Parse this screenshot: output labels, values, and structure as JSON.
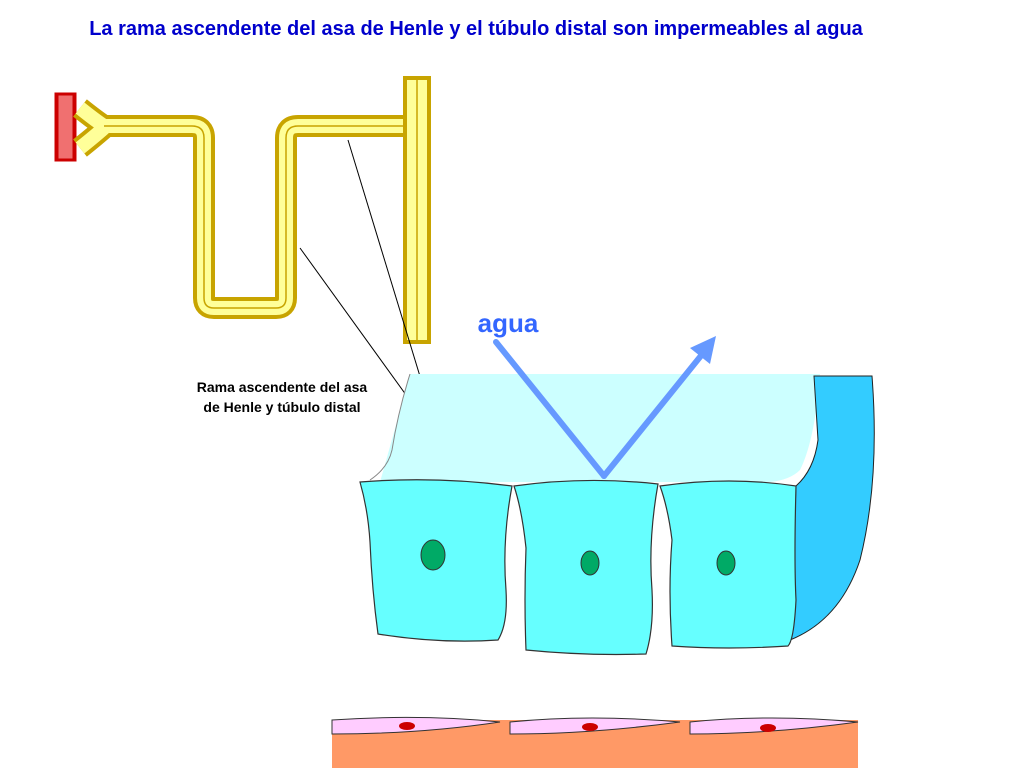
{
  "slide": {
    "title": "La rama ascendente del asa de Henle y el túbulo distal son impermeables al agua"
  },
  "labels": {
    "water": "agua",
    "segment_line1": "Rama ascendente del asa",
    "segment_line2": "de Henle y túbulo distal"
  },
  "colors": {
    "title": "#0000cc",
    "tubule_fill": "#ffff99",
    "tubule_outline": "#c8a400",
    "vessel_red": "#cc0000",
    "vessel_fill": "#f07070",
    "lumen": "#ccffff",
    "cell": "#66ffff",
    "nucleus": "#00aa66",
    "interstitium_blue": "#33ccff",
    "arrow": "#6699ff",
    "water_label": "#3366ff",
    "capillary_wall": "#ff9966",
    "endothelial_cell": "#ffccff",
    "endothelial_nucleus": "#cc0000"
  }
}
